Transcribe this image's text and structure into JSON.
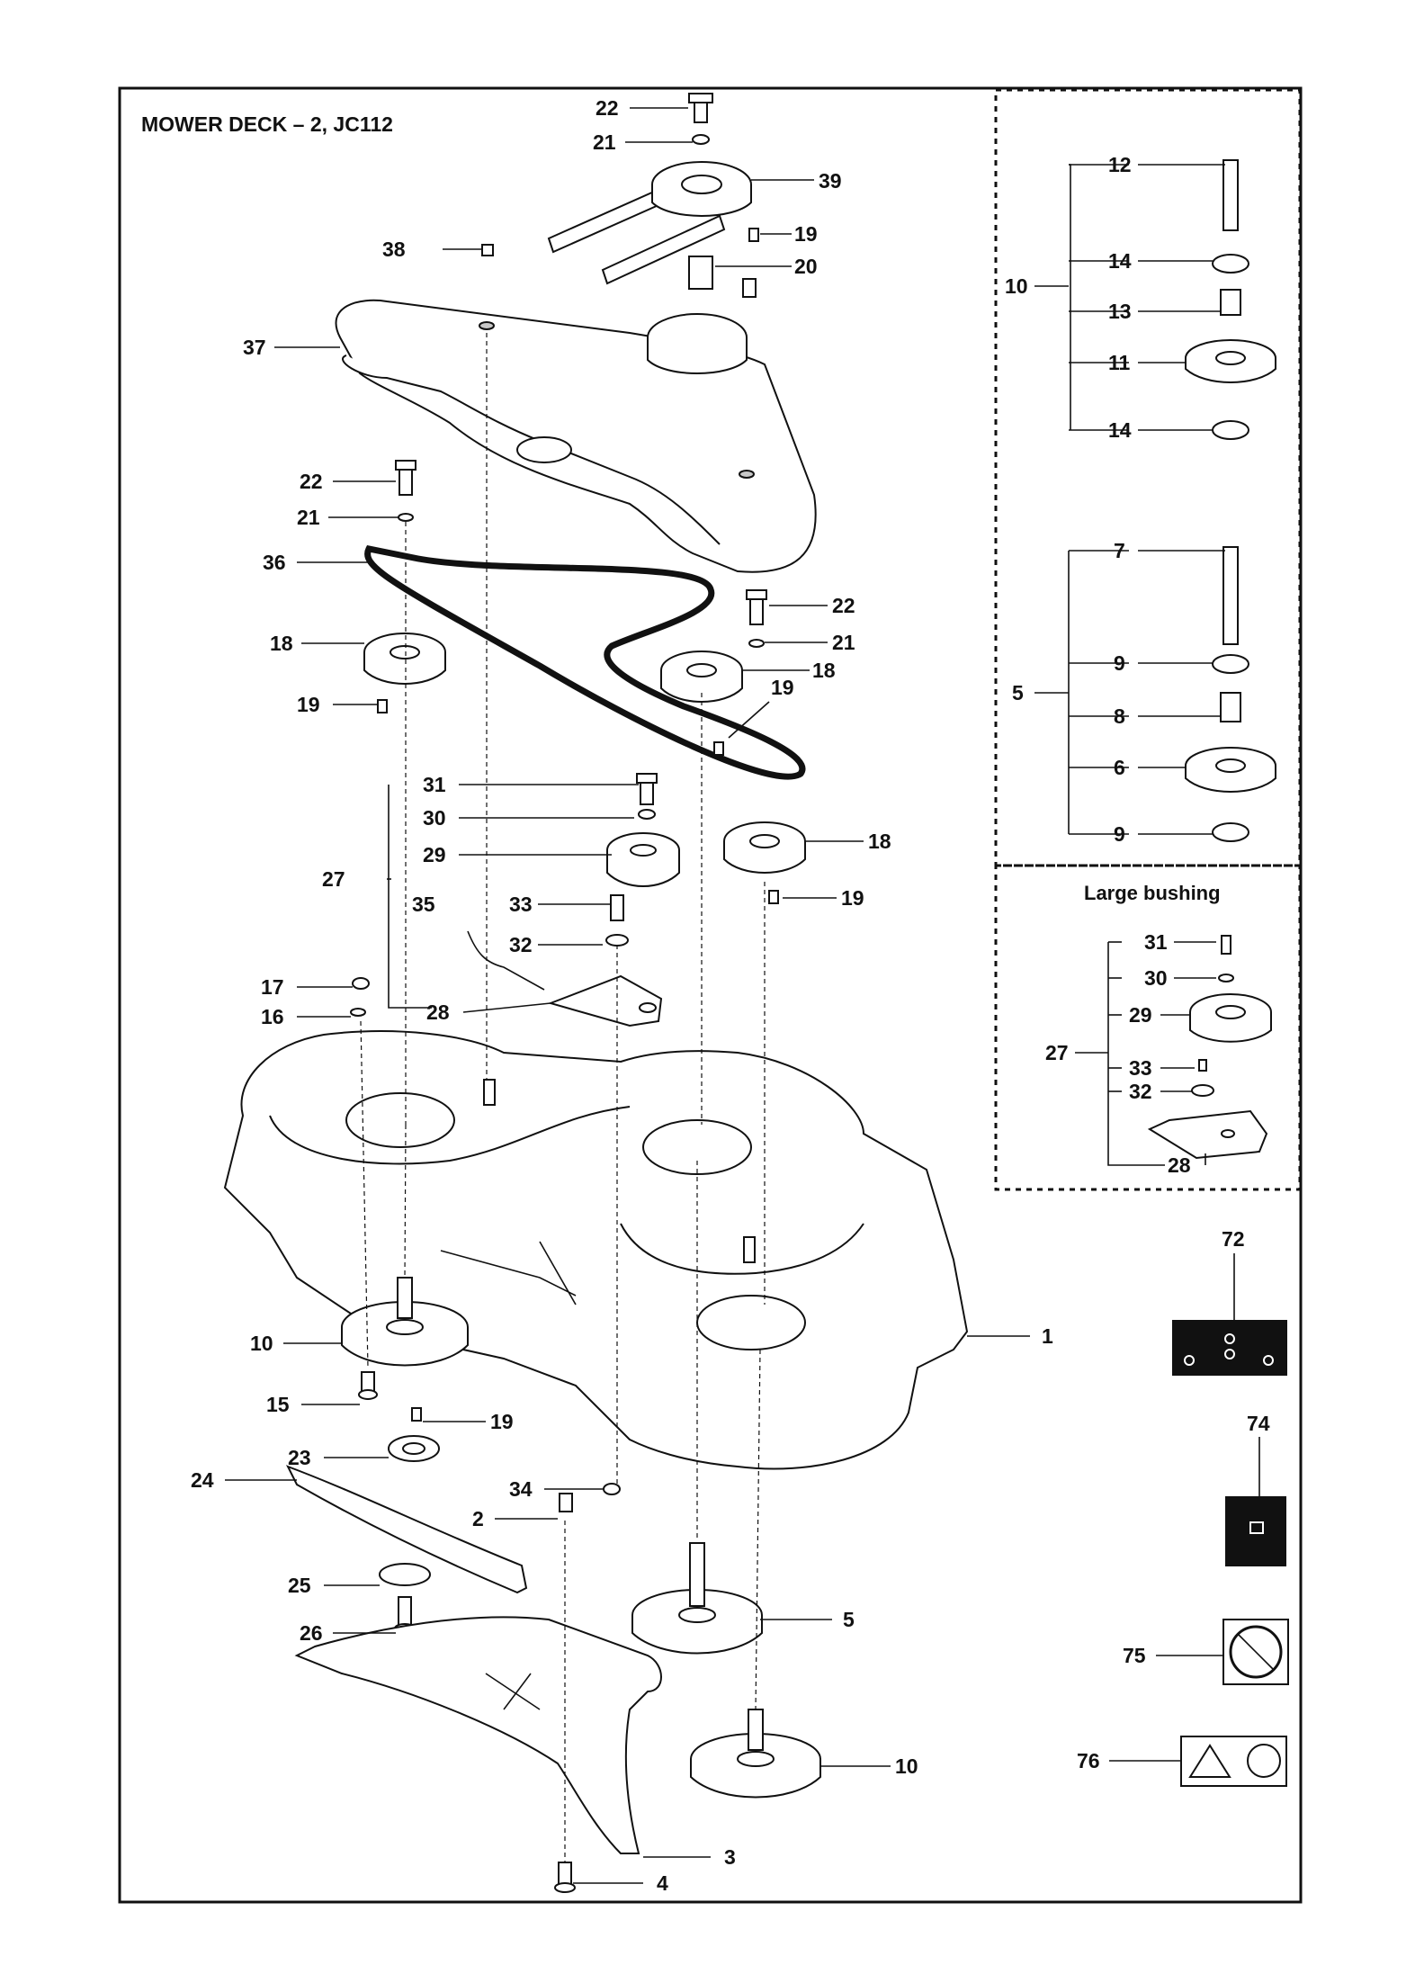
{
  "title": "MOWER DECK – 2, JC112",
  "inset_caption": "Large bushing",
  "callouts": [
    {
      "id": "c22a",
      "text": "22"
    },
    {
      "id": "c21a",
      "text": "21"
    },
    {
      "id": "c39",
      "text": "39"
    },
    {
      "id": "c38",
      "text": "38"
    },
    {
      "id": "c19a",
      "text": "19"
    },
    {
      "id": "c20",
      "text": "20"
    },
    {
      "id": "c37",
      "text": "37"
    },
    {
      "id": "c22b",
      "text": "22"
    },
    {
      "id": "c21b",
      "text": "21"
    },
    {
      "id": "c36",
      "text": "36"
    },
    {
      "id": "c22c",
      "text": "22"
    },
    {
      "id": "c18a",
      "text": "18"
    },
    {
      "id": "c21c",
      "text": "21"
    },
    {
      "id": "c18b",
      "text": "18"
    },
    {
      "id": "c19b",
      "text": "19"
    },
    {
      "id": "c19c",
      "text": "19"
    },
    {
      "id": "c31a",
      "text": "31"
    },
    {
      "id": "c30a",
      "text": "30"
    },
    {
      "id": "c29a",
      "text": "29"
    },
    {
      "id": "c27a",
      "text": "27"
    },
    {
      "id": "c18c",
      "text": "18"
    },
    {
      "id": "c35",
      "text": "35"
    },
    {
      "id": "c33a",
      "text": "33"
    },
    {
      "id": "c19d",
      "text": "19"
    },
    {
      "id": "c32a",
      "text": "32"
    },
    {
      "id": "c17",
      "text": "17"
    },
    {
      "id": "c16",
      "text": "16"
    },
    {
      "id": "c28a",
      "text": "28"
    },
    {
      "id": "c1",
      "text": "1"
    },
    {
      "id": "c10a",
      "text": "10"
    },
    {
      "id": "c15",
      "text": "15"
    },
    {
      "id": "c19e",
      "text": "19"
    },
    {
      "id": "c23",
      "text": "23"
    },
    {
      "id": "c24",
      "text": "24"
    },
    {
      "id": "c34",
      "text": "34"
    },
    {
      "id": "c2",
      "text": "2"
    },
    {
      "id": "c25",
      "text": "25"
    },
    {
      "id": "c5a",
      "text": "5"
    },
    {
      "id": "c26",
      "text": "26"
    },
    {
      "id": "c10b",
      "text": "10"
    },
    {
      "id": "c3",
      "text": "3"
    },
    {
      "id": "c4",
      "text": "4"
    },
    {
      "id": "c12",
      "text": "12"
    },
    {
      "id": "c10c",
      "text": "10"
    },
    {
      "id": "c14a",
      "text": "14"
    },
    {
      "id": "c13",
      "text": "13"
    },
    {
      "id": "c11",
      "text": "11"
    },
    {
      "id": "c14b",
      "text": "14"
    },
    {
      "id": "c7",
      "text": "7"
    },
    {
      "id": "c9a",
      "text": "9"
    },
    {
      "id": "c5b",
      "text": "5"
    },
    {
      "id": "c8",
      "text": "8"
    },
    {
      "id": "c6",
      "text": "6"
    },
    {
      "id": "c9b",
      "text": "9"
    },
    {
      "id": "c31b",
      "text": "31"
    },
    {
      "id": "c30b",
      "text": "30"
    },
    {
      "id": "c29b",
      "text": "29"
    },
    {
      "id": "c27b",
      "text": "27"
    },
    {
      "id": "c33b",
      "text": "33"
    },
    {
      "id": "c32b",
      "text": "32"
    },
    {
      "id": "c28b",
      "text": "28"
    },
    {
      "id": "c72",
      "text": "72"
    },
    {
      "id": "c74",
      "text": "74"
    },
    {
      "id": "c75",
      "text": "75"
    },
    {
      "id": "c76",
      "text": "76"
    }
  ]
}
